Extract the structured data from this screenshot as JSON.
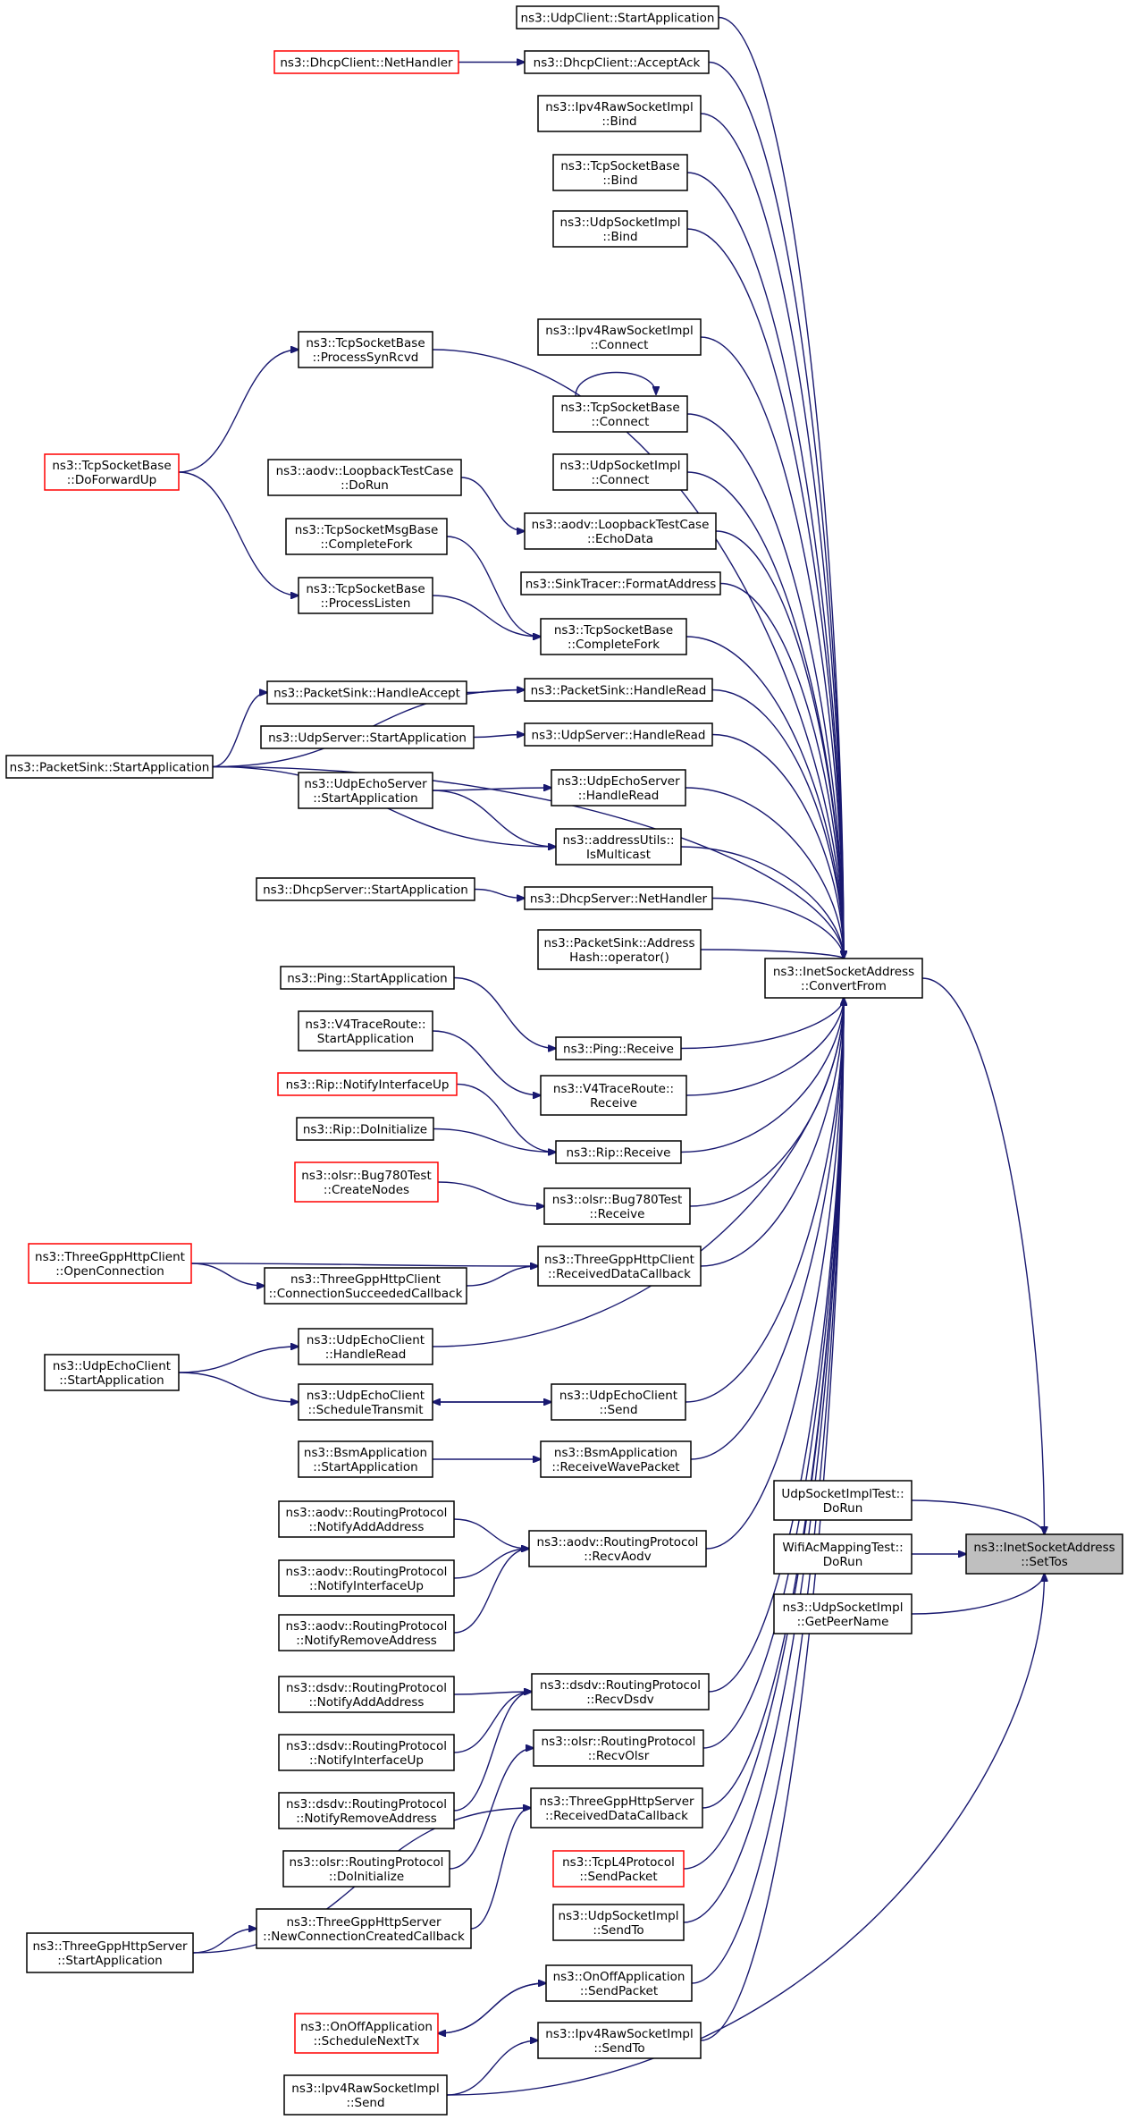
{
  "nodes": [
    {
      "id": "setTos",
      "lines": [
        "ns3::InetSocketAddress",
        "::SetTos"
      ],
      "style": "focus"
    },
    {
      "id": "convertFrom",
      "lines": [
        "ns3::InetSocketAddress",
        "::ConvertFrom"
      ],
      "style": "normal"
    },
    {
      "id": "udpSocketImplTestDoRun",
      "lines": [
        "UdpSocketImplTest::",
        "DoRun"
      ],
      "style": "normal"
    },
    {
      "id": "wifiAcMappingTestDoRun",
      "lines": [
        "WifiAcMappingTest::",
        "DoRun"
      ],
      "style": "normal"
    },
    {
      "id": "udpSocketImplGetPeerName",
      "lines": [
        "ns3::UdpSocketImpl",
        "::GetPeerName"
      ],
      "style": "normal"
    },
    {
      "id": "ipv4RawSend",
      "lines": [
        "ns3::Ipv4RawSocketImpl",
        "::Send"
      ],
      "style": "normal"
    },
    {
      "id": "udpClientStart",
      "lines": [
        "ns3::UdpClient::StartApplication"
      ],
      "style": "normal"
    },
    {
      "id": "dhcpClientAcceptAck",
      "lines": [
        "ns3::DhcpClient::AcceptAck"
      ],
      "style": "normal"
    },
    {
      "id": "dhcpClientNetHandler",
      "lines": [
        "ns3::DhcpClient::NetHandler"
      ],
      "style": "red"
    },
    {
      "id": "ipv4RawBind",
      "lines": [
        "ns3::Ipv4RawSocketImpl",
        "::Bind"
      ],
      "style": "normal"
    },
    {
      "id": "tcpBind",
      "lines": [
        "ns3::TcpSocketBase",
        "::Bind"
      ],
      "style": "normal"
    },
    {
      "id": "udpBind",
      "lines": [
        "ns3::UdpSocketImpl",
        "::Bind"
      ],
      "style": "normal"
    },
    {
      "id": "processSynRcvd",
      "lines": [
        "ns3::TcpSocketBase",
        "::ProcessSynRcvd"
      ],
      "style": "normal"
    },
    {
      "id": "ipv4RawConnect",
      "lines": [
        "ns3::Ipv4RawSocketImpl",
        "::Connect"
      ],
      "style": "normal"
    },
    {
      "id": "tcpConnect",
      "lines": [
        "ns3::TcpSocketBase",
        "::Connect"
      ],
      "style": "normal"
    },
    {
      "id": "tcpDoForwardUp",
      "lines": [
        "ns3::TcpSocketBase",
        "::DoForwardUp"
      ],
      "style": "red"
    },
    {
      "id": "udpConnect",
      "lines": [
        "ns3::UdpSocketImpl",
        "::Connect"
      ],
      "style": "normal"
    },
    {
      "id": "loopbackDoRun",
      "lines": [
        "ns3::aodv::LoopbackTestCase",
        "::DoRun"
      ],
      "style": "normal"
    },
    {
      "id": "loopbackEchoData",
      "lines": [
        "ns3::aodv::LoopbackTestCase",
        "::EchoData"
      ],
      "style": "normal"
    },
    {
      "id": "tcpMsgCompleteFork",
      "lines": [
        "ns3::TcpSocketMsgBase",
        "::CompleteFork"
      ],
      "style": "normal"
    },
    {
      "id": "sinkFormatAddress",
      "lines": [
        "ns3::SinkTracer::FormatAddress"
      ],
      "style": "normal"
    },
    {
      "id": "processListen",
      "lines": [
        "ns3::TcpSocketBase",
        "::ProcessListen"
      ],
      "style": "normal"
    },
    {
      "id": "tcpCompleteFork",
      "lines": [
        "ns3::TcpSocketBase",
        "::CompleteFork"
      ],
      "style": "normal"
    },
    {
      "id": "packetSinkHandleAccept",
      "lines": [
        "ns3::PacketSink::HandleAccept"
      ],
      "style": "normal"
    },
    {
      "id": "packetSinkHandleRead",
      "lines": [
        "ns3::PacketSink::HandleRead"
      ],
      "style": "normal"
    },
    {
      "id": "packetSinkStart",
      "lines": [
        "ns3::PacketSink::StartApplication"
      ],
      "style": "normal"
    },
    {
      "id": "udpServerStart",
      "lines": [
        "ns3::UdpServer::StartApplication"
      ],
      "style": "normal"
    },
    {
      "id": "udpServerHandleRead",
      "lines": [
        "ns3::UdpServer::HandleRead"
      ],
      "style": "normal"
    },
    {
      "id": "udpEchoServerStart",
      "lines": [
        "ns3::UdpEchoServer",
        "::StartApplication"
      ],
      "style": "normal"
    },
    {
      "id": "udpEchoServerHandleRead",
      "lines": [
        "ns3::UdpEchoServer",
        "::HandleRead"
      ],
      "style": "normal"
    },
    {
      "id": "addressUtilsIsMulticast",
      "lines": [
        "ns3::addressUtils::",
        "IsMulticast"
      ],
      "style": "normal"
    },
    {
      "id": "dhcpServerStart",
      "lines": [
        "ns3::DhcpServer::StartApplication"
      ],
      "style": "normal"
    },
    {
      "id": "dhcpServerNetHandler",
      "lines": [
        "ns3::DhcpServer::NetHandler"
      ],
      "style": "normal"
    },
    {
      "id": "packetSinkAddressHash",
      "lines": [
        "ns3::PacketSink::Address",
        "Hash::operator()"
      ],
      "style": "normal"
    },
    {
      "id": "pingStart",
      "lines": [
        "ns3::Ping::StartApplication"
      ],
      "style": "normal"
    },
    {
      "id": "pingReceive",
      "lines": [
        "ns3::Ping::Receive"
      ],
      "style": "normal"
    },
    {
      "id": "v4TraceStart",
      "lines": [
        "ns3::V4TraceRoute::",
        "StartApplication"
      ],
      "style": "normal"
    },
    {
      "id": "v4TraceReceive",
      "lines": [
        "ns3::V4TraceRoute::",
        "Receive"
      ],
      "style": "normal"
    },
    {
      "id": "ripNotifyInterfaceUp",
      "lines": [
        "ns3::Rip::NotifyInterfaceUp"
      ],
      "style": "red"
    },
    {
      "id": "ripDoInitialize",
      "lines": [
        "ns3::Rip::DoInitialize"
      ],
      "style": "normal"
    },
    {
      "id": "ripReceive",
      "lines": [
        "ns3::Rip::Receive"
      ],
      "style": "normal"
    },
    {
      "id": "bug780CreateNodes",
      "lines": [
        "ns3::olsr::Bug780Test",
        "::CreateNodes"
      ],
      "style": "red"
    },
    {
      "id": "bug780Receive",
      "lines": [
        "ns3::olsr::Bug780Test",
        "::Receive"
      ],
      "style": "normal"
    },
    {
      "id": "httpClientOpenConnection",
      "lines": [
        "ns3::ThreeGppHttpClient",
        "::OpenConnection"
      ],
      "style": "red"
    },
    {
      "id": "httpClientConnSucceeded",
      "lines": [
        "ns3::ThreeGppHttpClient",
        "::ConnectionSucceededCallback"
      ],
      "style": "normal"
    },
    {
      "id": "httpClientReceivedData",
      "lines": [
        "ns3::ThreeGppHttpClient",
        "::ReceivedDataCallback"
      ],
      "style": "normal"
    },
    {
      "id": "udpEchoClientStart",
      "lines": [
        "ns3::UdpEchoClient",
        "::StartApplication"
      ],
      "style": "normal"
    },
    {
      "id": "udpEchoClientHandleRead",
      "lines": [
        "ns3::UdpEchoClient",
        "::HandleRead"
      ],
      "style": "normal"
    },
    {
      "id": "udpEchoClientSchedule",
      "lines": [
        "ns3::UdpEchoClient",
        "::ScheduleTransmit"
      ],
      "style": "normal"
    },
    {
      "id": "udpEchoClientSend",
      "lines": [
        "ns3::UdpEchoClient",
        "::Send"
      ],
      "style": "normal"
    },
    {
      "id": "bsmStart",
      "lines": [
        "ns3::BsmApplication",
        "::StartApplication"
      ],
      "style": "normal"
    },
    {
      "id": "bsmReceiveWave",
      "lines": [
        "ns3::BsmApplication",
        "::ReceiveWavePacket"
      ],
      "style": "normal"
    },
    {
      "id": "aodvNotifyAdd",
      "lines": [
        "ns3::aodv::RoutingProtocol",
        "::NotifyAddAddress"
      ],
      "style": "normal"
    },
    {
      "id": "aodvNotifyUp",
      "lines": [
        "ns3::aodv::RoutingProtocol",
        "::NotifyInterfaceUp"
      ],
      "style": "normal"
    },
    {
      "id": "aodvNotifyRemove",
      "lines": [
        "ns3::aodv::RoutingProtocol",
        "::NotifyRemoveAddress"
      ],
      "style": "normal"
    },
    {
      "id": "aodvRecv",
      "lines": [
        "ns3::aodv::RoutingProtocol",
        "::RecvAodv"
      ],
      "style": "normal"
    },
    {
      "id": "dsdvNotifyAdd",
      "lines": [
        "ns3::dsdv::RoutingProtocol",
        "::NotifyAddAddress"
      ],
      "style": "normal"
    },
    {
      "id": "dsdvNotifyUp",
      "lines": [
        "ns3::dsdv::RoutingProtocol",
        "::NotifyInterfaceUp"
      ],
      "style": "normal"
    },
    {
      "id": "dsdvNotifyRemove",
      "lines": [
        "ns3::dsdv::RoutingProtocol",
        "::NotifyRemoveAddress"
      ],
      "style": "normal"
    },
    {
      "id": "dsdvRecv",
      "lines": [
        "ns3::dsdv::RoutingProtocol",
        "::RecvDsdv"
      ],
      "style": "normal"
    },
    {
      "id": "olsrDoInit",
      "lines": [
        "ns3::olsr::RoutingProtocol",
        "::DoInitialize"
      ],
      "style": "normal"
    },
    {
      "id": "olsrRecv",
      "lines": [
        "ns3::olsr::RoutingProtocol",
        "::RecvOlsr"
      ],
      "style": "normal"
    },
    {
      "id": "httpServerStart",
      "lines": [
        "ns3::ThreeGppHttpServer",
        "::StartApplication"
      ],
      "style": "normal"
    },
    {
      "id": "httpServerNewConn",
      "lines": [
        "ns3::ThreeGppHttpServer",
        "::NewConnectionCreatedCallback"
      ],
      "style": "normal"
    },
    {
      "id": "httpServerReceivedData",
      "lines": [
        "ns3::ThreeGppHttpServer",
        "::ReceivedDataCallback"
      ],
      "style": "normal"
    },
    {
      "id": "tcpL4SendPacket",
      "lines": [
        "ns3::TcpL4Protocol",
        "::SendPacket"
      ],
      "style": "red"
    },
    {
      "id": "udpSendTo",
      "lines": [
        "ns3::UdpSocketImpl",
        "::SendTo"
      ],
      "style": "normal"
    },
    {
      "id": "onOffSendPacket",
      "lines": [
        "ns3::OnOffApplication",
        "::SendPacket"
      ],
      "style": "normal"
    },
    {
      "id": "onOffScheduleNextTx",
      "lines": [
        "ns3::OnOffApplication",
        "::ScheduleNextTx"
      ],
      "style": "red"
    },
    {
      "id": "ipv4RawSendTo",
      "lines": [
        "ns3::Ipv4RawSocketImpl",
        "::SendTo"
      ],
      "style": "normal"
    }
  ],
  "edges": [
    [
      "convertFrom",
      "setTos"
    ],
    [
      "udpSocketImplTestDoRun",
      "setTos"
    ],
    [
      "wifiAcMappingTestDoRun",
      "setTos"
    ],
    [
      "udpSocketImplGetPeerName",
      "setTos"
    ],
    [
      "ipv4RawSend",
      "setTos"
    ],
    [
      "udpClientStart",
      "convertFrom"
    ],
    [
      "dhcpClientAcceptAck",
      "convertFrom"
    ],
    [
      "dhcpClientNetHandler",
      "dhcpClientAcceptAck"
    ],
    [
      "ipv4RawBind",
      "convertFrom"
    ],
    [
      "tcpBind",
      "convertFrom"
    ],
    [
      "udpBind",
      "convertFrom"
    ],
    [
      "processSynRcvd",
      "convertFrom"
    ],
    [
      "tcpDoForwardUp",
      "processSynRcvd"
    ],
    [
      "ipv4RawConnect",
      "convertFrom"
    ],
    [
      "tcpConnect",
      "convertFrom"
    ],
    [
      "tcpConnect",
      "tcpConnect"
    ],
    [
      "udpConnect",
      "convertFrom"
    ],
    [
      "loopbackDoRun",
      "loopbackEchoData"
    ],
    [
      "loopbackEchoData",
      "convertFrom"
    ],
    [
      "sinkFormatAddress",
      "convertFrom"
    ],
    [
      "tcpMsgCompleteFork",
      "tcpCompleteFork"
    ],
    [
      "processListen",
      "tcpCompleteFork"
    ],
    [
      "tcpDoForwardUp",
      "processListen"
    ],
    [
      "tcpCompleteFork",
      "convertFrom"
    ],
    [
      "packetSinkHandleAccept",
      "packetSinkHandleRead"
    ],
    [
      "packetSinkStart",
      "packetSinkHandleAccept"
    ],
    [
      "packetSinkStart",
      "packetSinkHandleRead"
    ],
    [
      "packetSinkHandleRead",
      "convertFrom"
    ],
    [
      "udpServerStart",
      "udpServerHandleRead"
    ],
    [
      "udpServerHandleRead",
      "convertFrom"
    ],
    [
      "udpEchoServerStart",
      "udpEchoServerHandleRead"
    ],
    [
      "udpEchoServerStart",
      "addressUtilsIsMulticast"
    ],
    [
      "packetSinkStart",
      "addressUtilsIsMulticast"
    ],
    [
      "udpEchoServerHandleRead",
      "convertFrom"
    ],
    [
      "addressUtilsIsMulticast",
      "convertFrom"
    ],
    [
      "dhcpServerStart",
      "dhcpServerNetHandler"
    ],
    [
      "dhcpServerNetHandler",
      "convertFrom"
    ],
    [
      "packetSinkAddressHash",
      "convertFrom"
    ],
    [
      "packetSinkStart",
      "convertFrom"
    ],
    [
      "pingStart",
      "pingReceive"
    ],
    [
      "pingReceive",
      "convertFrom"
    ],
    [
      "v4TraceStart",
      "v4TraceReceive"
    ],
    [
      "v4TraceReceive",
      "convertFrom"
    ],
    [
      "ripNotifyInterfaceUp",
      "ripReceive"
    ],
    [
      "ripDoInitialize",
      "ripReceive"
    ],
    [
      "ripReceive",
      "convertFrom"
    ],
    [
      "bug780CreateNodes",
      "bug780Receive"
    ],
    [
      "bug780Receive",
      "convertFrom"
    ],
    [
      "httpClientOpenConnection",
      "httpClientReceivedData"
    ],
    [
      "httpClientOpenConnection",
      "httpClientConnSucceeded"
    ],
    [
      "httpClientConnSucceeded",
      "httpClientReceivedData"
    ],
    [
      "httpClientReceivedData",
      "convertFrom"
    ],
    [
      "udpEchoClientStart",
      "udpEchoClientHandleRead"
    ],
    [
      "udpEchoClientStart",
      "udpEchoClientSchedule"
    ],
    [
      "udpEchoClientSchedule",
      "udpEchoClientSend"
    ],
    [
      "udpEchoClientSend",
      "udpEchoClientSchedule"
    ],
    [
      "udpEchoClientHandleRead",
      "convertFrom"
    ],
    [
      "udpEchoClientSend",
      "convertFrom"
    ],
    [
      "bsmStart",
      "bsmReceiveWave"
    ],
    [
      "bsmReceiveWave",
      "convertFrom"
    ],
    [
      "aodvNotifyAdd",
      "aodvRecv"
    ],
    [
      "aodvNotifyUp",
      "aodvRecv"
    ],
    [
      "aodvNotifyRemove",
      "aodvRecv"
    ],
    [
      "aodvRecv",
      "convertFrom"
    ],
    [
      "dsdvNotifyAdd",
      "dsdvRecv"
    ],
    [
      "dsdvNotifyUp",
      "dsdvRecv"
    ],
    [
      "dsdvNotifyRemove",
      "dsdvRecv"
    ],
    [
      "dsdvRecv",
      "convertFrom"
    ],
    [
      "olsrDoInit",
      "olsrRecv"
    ],
    [
      "olsrRecv",
      "convertFrom"
    ],
    [
      "httpServerStart",
      "httpServerNewConn"
    ],
    [
      "httpServerStart",
      "httpServerReceivedData"
    ],
    [
      "httpServerNewConn",
      "httpServerReceivedData"
    ],
    [
      "httpServerReceivedData",
      "convertFrom"
    ],
    [
      "tcpL4SendPacket",
      "convertFrom"
    ],
    [
      "udpSendTo",
      "convertFrom"
    ],
    [
      "onOffSendPacket",
      "convertFrom"
    ],
    [
      "onOffSendPacket",
      "onOffScheduleNextTx"
    ],
    [
      "onOffScheduleNextTx",
      "onOffSendPacket"
    ],
    [
      "ipv4RawSendTo",
      "convertFrom"
    ],
    [
      "ipv4RawSend",
      "ipv4RawSendTo"
    ]
  ]
}
